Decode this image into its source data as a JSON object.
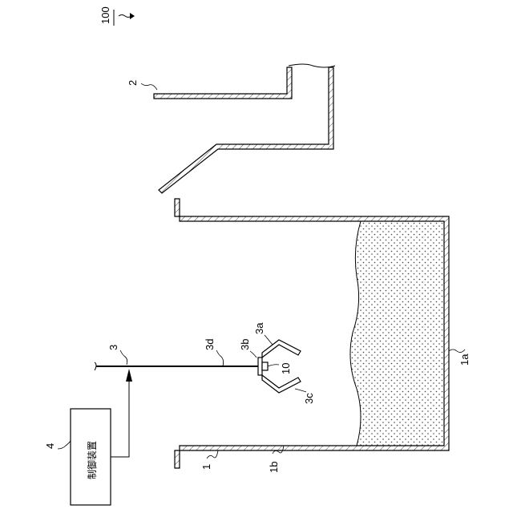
{
  "figure": {
    "title_ref": "100",
    "labels": {
      "tank": "1",
      "fill_material": "1a",
      "tank_wall": "1b",
      "chute": "2",
      "stirrer": "3",
      "head_a": "3a",
      "head_b": "3b",
      "head_c": "3c",
      "shaft": "3d",
      "controller": "4",
      "sensor": "10"
    },
    "controller_text": "制御装置"
  },
  "colors": {
    "line": "#000000",
    "background": "#ffffff",
    "fill_dots": "#444444"
  }
}
